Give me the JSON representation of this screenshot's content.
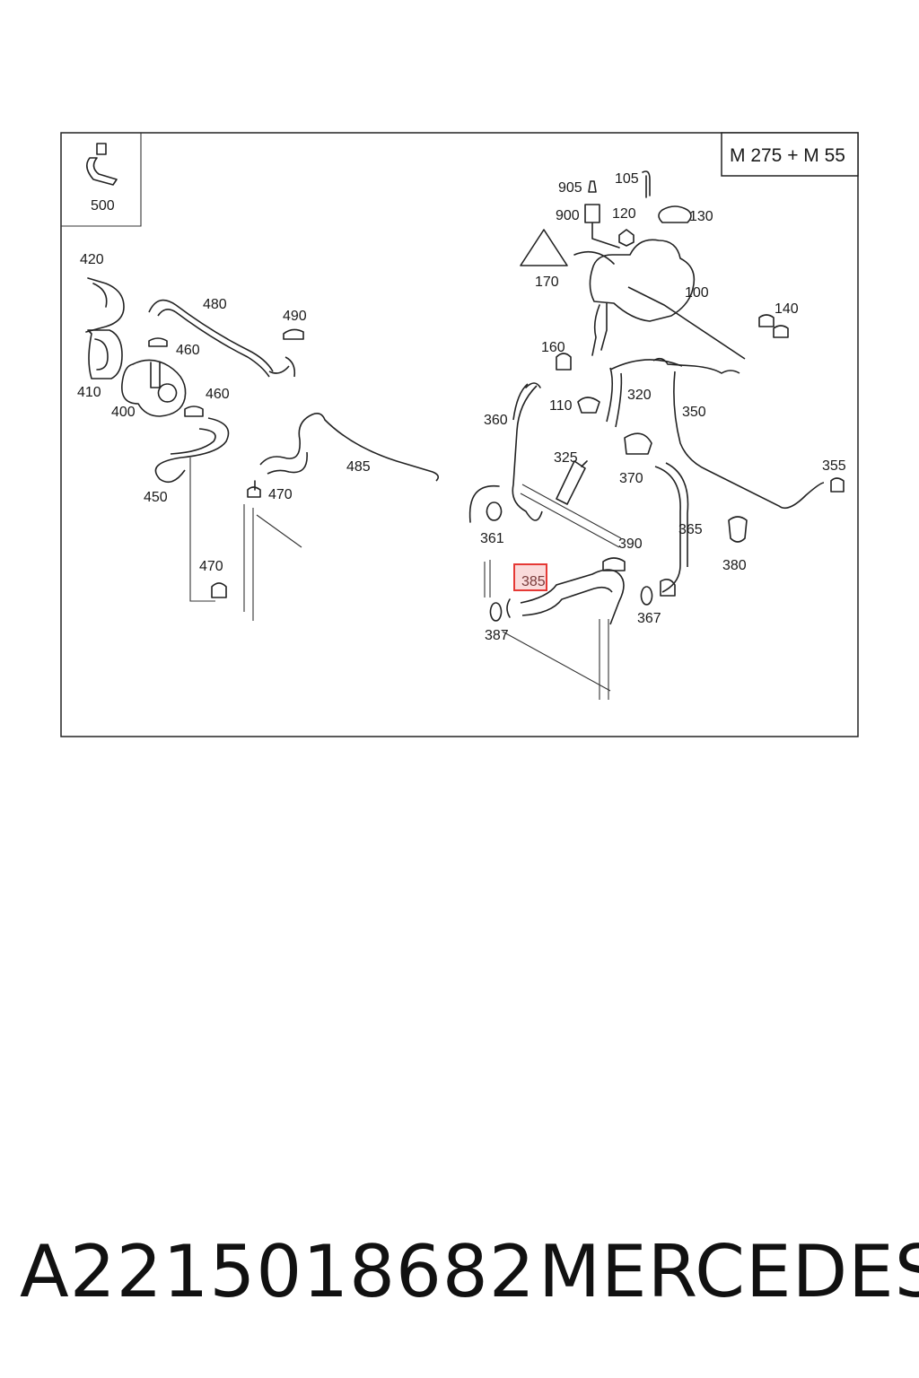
{
  "diagram": {
    "model_box": "M 275 + M 55",
    "inset_label": "500",
    "highlight_color": "#e53935",
    "labels": {
      "l420": "420",
      "l410": "410",
      "l400": "400",
      "l460a": "460",
      "l460b": "460",
      "l480": "480",
      "l490": "490",
      "l450": "450",
      "l485": "485",
      "l470a": "470",
      "l470b": "470",
      "l905": "905",
      "l105": "105",
      "l900": "900",
      "l120": "120",
      "l130": "130",
      "l170": "170",
      "l100": "100",
      "l140": "140",
      "l160": "160",
      "l110": "110",
      "l320": "320",
      "l350": "350",
      "l360": "360",
      "l325": "325",
      "l370": "370",
      "l355": "355",
      "l361": "361",
      "l390": "390",
      "l365": "365",
      "l380": "380",
      "l385": "385",
      "l367": "367",
      "l387": "387"
    }
  },
  "footer": {
    "part_number": "A2215018682",
    "brand": "MERCEDES"
  }
}
